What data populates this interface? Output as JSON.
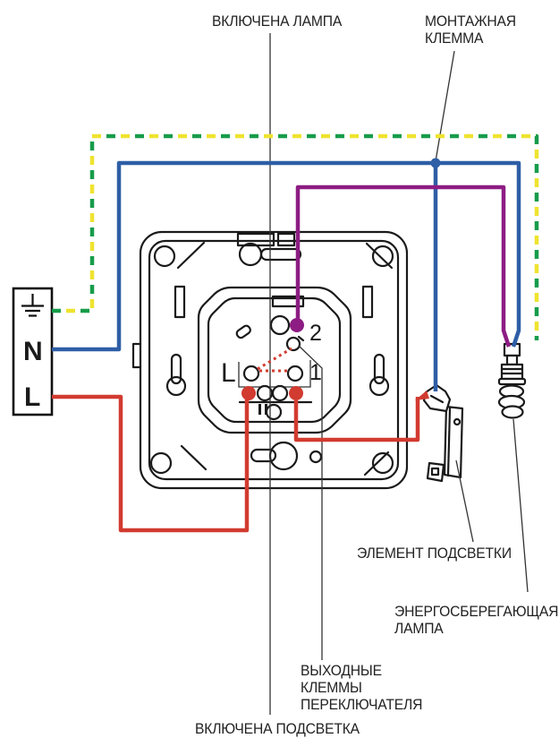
{
  "labels": {
    "lamp_on": "ВКЛЮЧЕНА ЛАМПА",
    "mounting_terminal": "МОНТАЖНАЯ КЛЕММА",
    "backlight_element": "ЭЛЕМЕНТ ПОДСВЕТКИ",
    "energy_saving_lamp": "ЭНЕРГОСБЕРЕГАЮЩАЯ ЛАМПА",
    "switch_output_terminals": "ВЫХОДНЫЕ КЛЕММЫ ПЕРЕКЛЮЧАТЕЛЯ",
    "backlight_on": "ВКЛЮЧЕНА ПОДСВЕТКА"
  },
  "power_box": {
    "neutral": "N",
    "line": "L"
  },
  "terminals": {
    "common": "L",
    "pos1": "1",
    "pos2": "2"
  },
  "colors": {
    "wire_neutral_blue": "#2e5ea6",
    "wire_switched_purple": "#8d1c83",
    "wire_line_red": "#d23b30",
    "ground_green": "#169c4a",
    "ground_yellow": "#efe32f",
    "ink": "#1a1a1a",
    "text": "#222222"
  }
}
